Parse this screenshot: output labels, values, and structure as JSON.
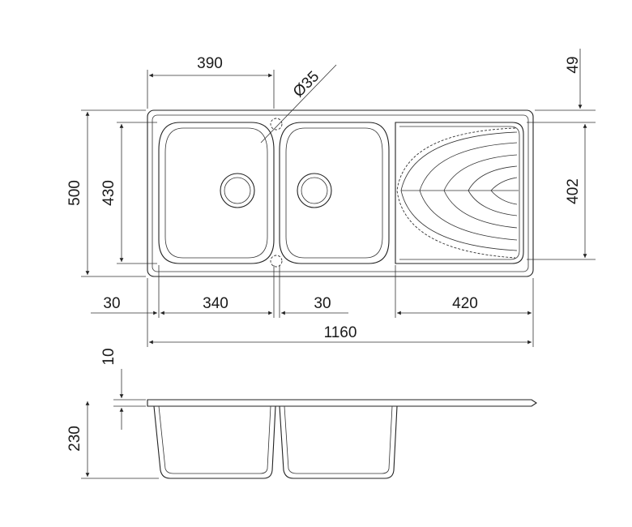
{
  "dimensions": {
    "top_bowl_width": "390",
    "hole_diameter": "Ø35",
    "top_margin": "49",
    "overall_height": "500",
    "inner_height": "430",
    "drainer_height": "402",
    "left_edge": "30",
    "bowl_width": "340",
    "divider": "30",
    "drainer_width": "420",
    "overall_width": "1160",
    "rim_thickness": "10",
    "depth": "230"
  }
}
